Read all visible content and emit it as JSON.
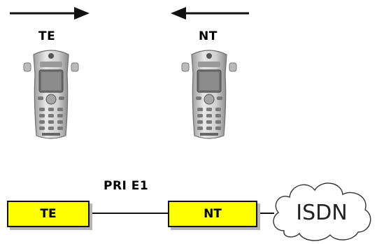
{
  "labels": {
    "te_top": "TE",
    "nt_top": "NT",
    "link": "PRI E1"
  },
  "boxes": {
    "te": "TE",
    "nt": "NT"
  },
  "cloud": {
    "text": "ISDN"
  },
  "colors": {
    "box_fill": "#ffff00",
    "line": "#111111",
    "shadow": "#b5b5b5"
  },
  "icons": {
    "arrow_left_to_right": "arrow-right-icon",
    "arrow_right_to_left": "arrow-left-icon",
    "device": "handheld-tester-icon"
  }
}
